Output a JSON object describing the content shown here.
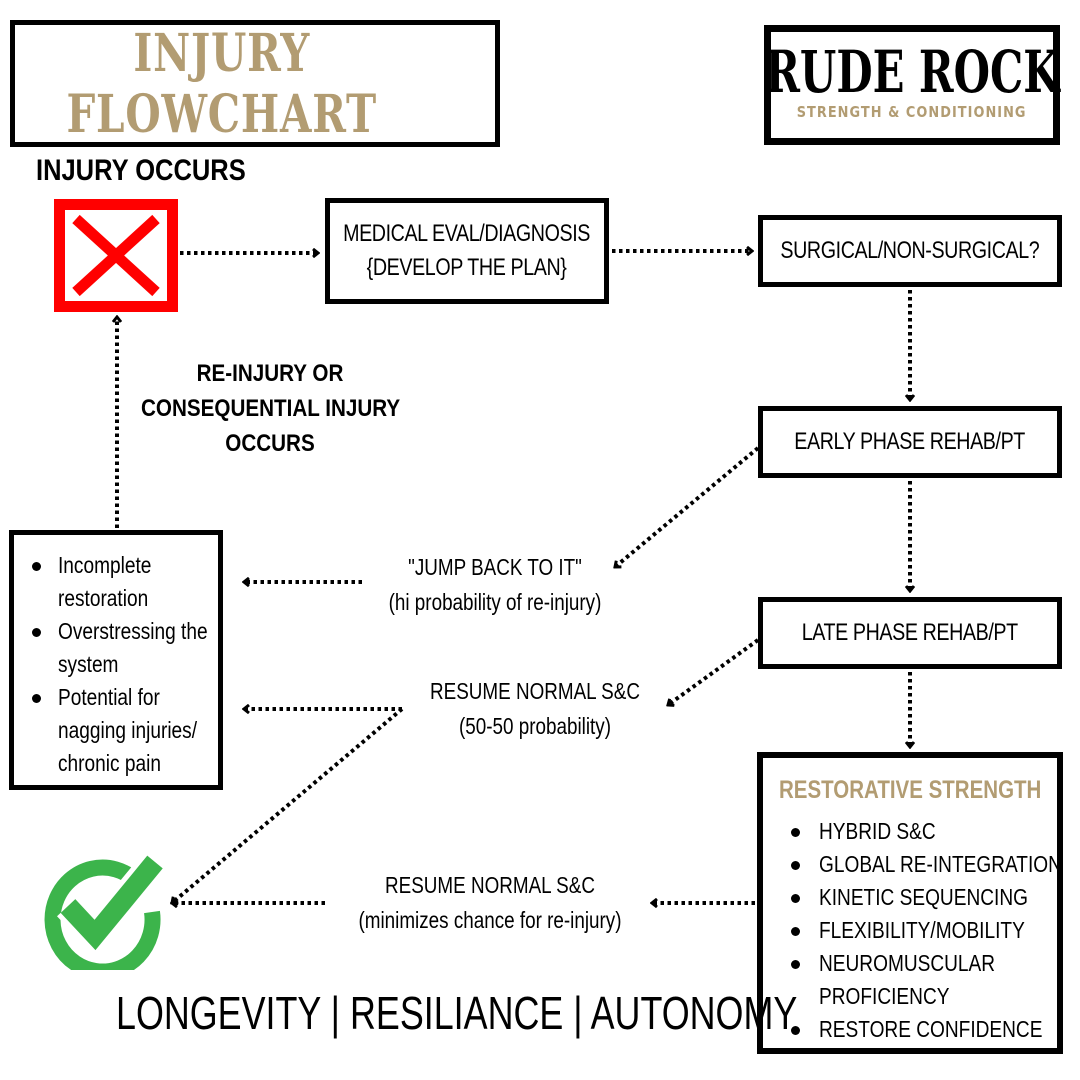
{
  "header": {
    "title": "INJURY FLOWCHART",
    "logo": {
      "name": "RUDE ROCK",
      "tagline": "STRENGTH & CONDITIONING"
    }
  },
  "colors": {
    "gold": "#b29c72",
    "red": "#ff0000",
    "green": "#3cb44b",
    "black": "#000000"
  },
  "nodes": {
    "injury_label": "INJURY OCCURS",
    "injury_icon": "red-x-icon",
    "medical_eval": {
      "line1": "MEDICAL EVAL/DIAGNOSIS",
      "line2": "{DEVELOP THE PLAN}"
    },
    "surgical": "SURGICAL/NON-SURGICAL?",
    "early_rehab": "EARLY PHASE REHAB/PT",
    "late_rehab": "LATE PHASE REHAB/PT",
    "restorative": {
      "title": "RESTORATIVE STRENGTH",
      "items": [
        "HYBRID S&C",
        "GLOBAL RE-INTEGRATION",
        "KINETIC SEQUENCING",
        "FLEXIBILITY/MOBILITY",
        "NEUROMUSCULAR PROFICIENCY",
        "RESTORE CONFIDENCE"
      ]
    },
    "reinjury": {
      "line1": "RE-INJURY OR",
      "line2": "CONSEQUENTIAL INJURY",
      "line3": "OCCURS"
    },
    "risks": {
      "items": [
        "Incomplete restoration",
        "Overstressing the system",
        "Potential for nagging injuries/ chronic pain"
      ]
    },
    "success_icon": "green-check-icon"
  },
  "edge_labels": {
    "jump_back": {
      "line1": "\"JUMP BACK TO IT\"",
      "line2": "(hi probability of re-injury)"
    },
    "resume_5050": {
      "line1": "RESUME NORMAL S&C",
      "line2": "(50-50 probability)"
    },
    "resume_min": {
      "line1": "RESUME NORMAL S&C",
      "line2": "(minimizes chance for re-injury)"
    }
  },
  "footer": "LONGEVITY | RESILIANCE | AUTONOMY"
}
